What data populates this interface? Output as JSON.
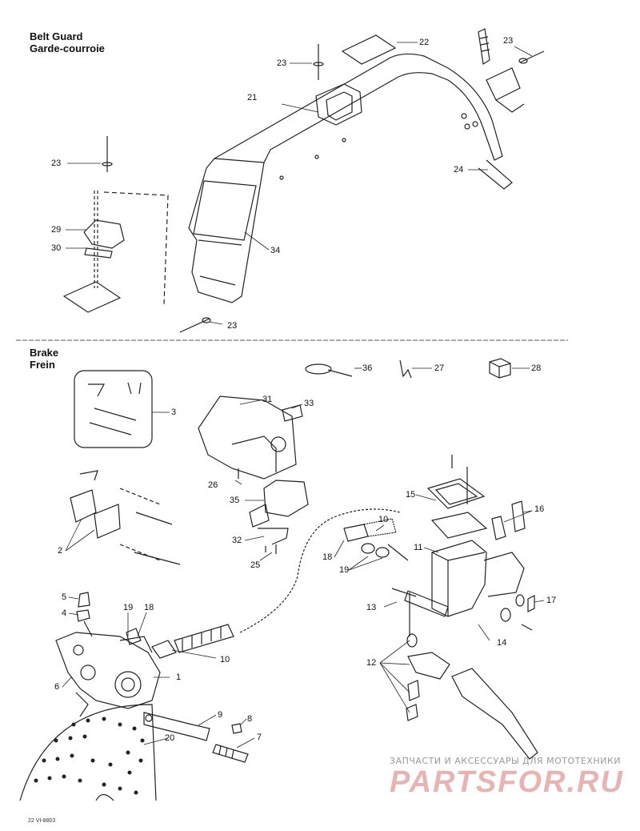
{
  "sections": {
    "belt_guard": {
      "title_en": "Belt Guard",
      "title_fr": "Garde-courroie"
    },
    "brake": {
      "title_en": "Brake",
      "title_fr": "Frein"
    }
  },
  "callouts": {
    "c21": "21",
    "c22": "22",
    "c23a": "23",
    "c23b": "23",
    "c23c": "23",
    "c23d": "23",
    "c24": "24",
    "c29": "29",
    "c30": "30",
    "c34": "34",
    "c36": "36",
    "c27": "27",
    "c28": "28",
    "c3": "3",
    "c31": "31",
    "c33": "33",
    "c26": "26",
    "c35": "35",
    "c32": "32",
    "c25": "25",
    "c2": "2",
    "c15": "15",
    "c16": "16",
    "c10a": "10",
    "c18a": "18",
    "c19a": "19",
    "c11": "11",
    "c13": "13",
    "c17": "17",
    "c14": "14",
    "c12": "12",
    "c5": "5",
    "c4": "4",
    "c19b": "19",
    "c18b": "18",
    "c10b": "10",
    "c1": "1",
    "c6": "6",
    "c9": "9",
    "c8": "8",
    "c7": "7",
    "c20": "20"
  },
  "watermark": {
    "line1": "ЗАПЧАСТИ И АКСЕССУАРЫ ДЛЯ МОТОТЕХНИКИ",
    "line2": "PARTSFOR.RU"
  },
  "figure_code": "22 VI-8803"
}
